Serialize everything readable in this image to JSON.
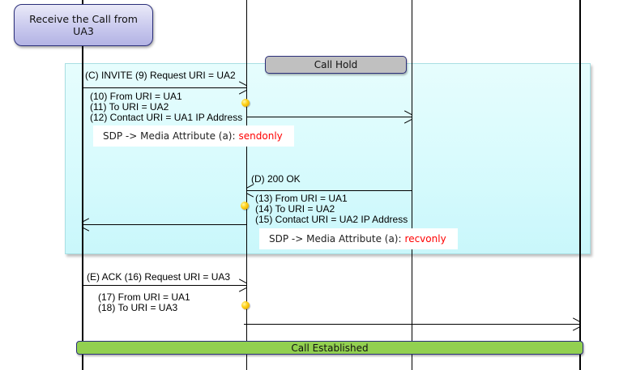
{
  "diagram": {
    "title_box": {
      "text": "Receive the Call from UA3"
    },
    "hold_banner": {
      "text": "Call Hold"
    },
    "established_banner": {
      "text": "Call Established"
    },
    "colors": {
      "title_box": "#c9c9ee",
      "hold_banner": "#c0c0c0",
      "hold_region": "#d9fbfd",
      "established_banner": "#92d050",
      "sdp_attribute_value": "#ff0000",
      "marker_dot": "#ffd21a"
    },
    "messages": [
      {
        "id": "C",
        "label": "(C) INVITE (9) Request URI = UA2",
        "direction": "right",
        "fields": [
          "(10) From URI = UA1",
          "(11) To URI = UA2",
          "(12) Contact URI = UA1 IP Address"
        ],
        "sdp": {
          "prefix": "SDP -> Media Attribute (a):",
          "value": "sendonly"
        }
      },
      {
        "id": "D",
        "label": "(D) 200 OK",
        "direction": "left",
        "fields": [
          "(13) From URI = UA1",
          "(14) To URI = UA2",
          "(15) Contact URI = UA2 IP Address"
        ],
        "sdp": {
          "prefix": "SDP -> Media Attribute (a):",
          "value": "recvonly"
        }
      },
      {
        "id": "E",
        "label": "(E) ACK (16) Request URI = UA3",
        "direction": "right",
        "fields": [
          "(17) From URI = UA1",
          "(18) To URI = UA3"
        ]
      }
    ]
  }
}
